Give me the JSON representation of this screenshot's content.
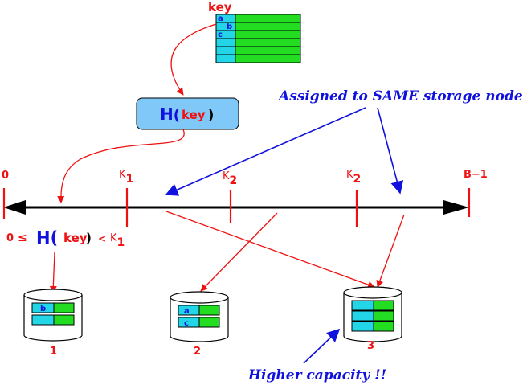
{
  "colors": {
    "red": "#ee1111",
    "blue": "#1111dd",
    "cyan": "#22d6e8",
    "green": "#22dd22",
    "hash_box_fill": "#7fc8f8",
    "black": "#000000",
    "disk_fill": "#ffffff"
  },
  "key_table": {
    "title": "key",
    "keys": [
      "a",
      "b",
      "c"
    ]
  },
  "hash": {
    "func": "H",
    "arg": "key"
  },
  "ring": {
    "start_label": "0",
    "end_label": "B−1",
    "markers": [
      {
        "letter": "K",
        "sub": "1"
      },
      {
        "letter": "K",
        "sub": "2"
      },
      {
        "letter": "K",
        "sub": "2"
      }
    ]
  },
  "condition": {
    "left": "0",
    "le": "≤",
    "func": "H(",
    "arg": "key",
    "close": " )",
    "lt": "<",
    "right_letter": "K",
    "right_sub": "1"
  },
  "annotations": {
    "same_node": "Assigned to SAME storage node",
    "higher_capacity": "Higher capacity !!"
  },
  "nodes": [
    {
      "label": "1",
      "keys": [
        "b"
      ]
    },
    {
      "label": "2",
      "keys": [
        "a",
        "c"
      ]
    },
    {
      "label": "3",
      "keys": [
        "",
        "",
        ""
      ]
    }
  ]
}
